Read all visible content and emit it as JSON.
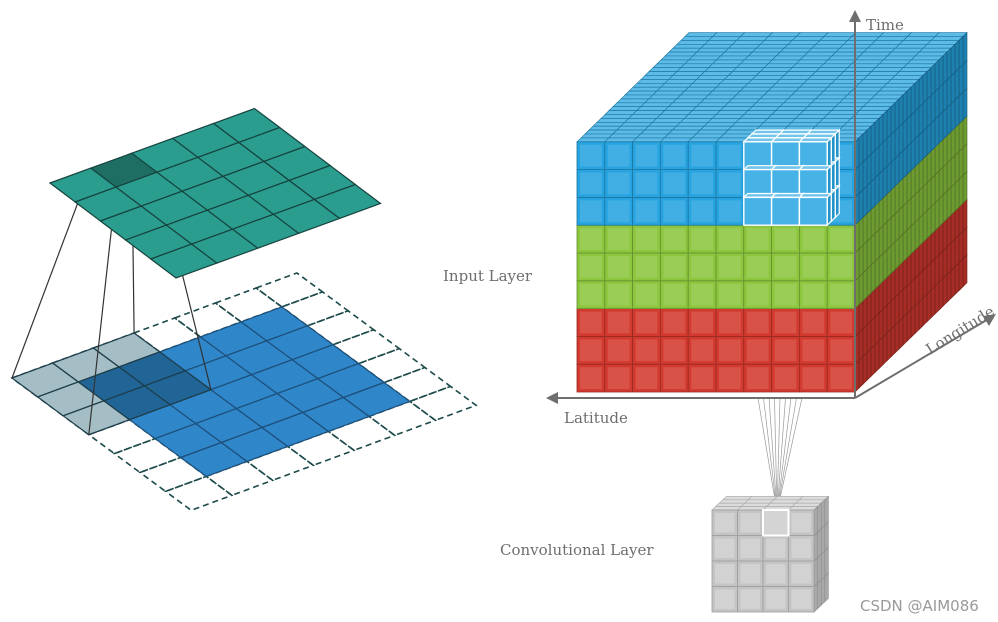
{
  "labels": {
    "time_axis": "Time",
    "longitude_axis": "Longitude",
    "latitude_axis": "Latitude",
    "input_layer": "Input Layer",
    "conv_layer": "Convolutional Layer",
    "watermark": "CSDN @AIM086"
  },
  "colors": {
    "output_grid": "#2a9d8f",
    "output_highlight": "#1f6e64",
    "input_grid": "#2f86c9",
    "kernel_overlay": "#9bb7bf",
    "padding_dashes": "#1d4a4a",
    "layer_blue": "#27a4e0",
    "layer_green": "#8cc63f",
    "layer_red": "#d33a2f",
    "conv_gray": "#c4c4c4",
    "axis": "#6e6e6e"
  },
  "icons": [
    "up-arrow-icon",
    "left-arrow-icon",
    "up-right-arrow-icon"
  ]
}
